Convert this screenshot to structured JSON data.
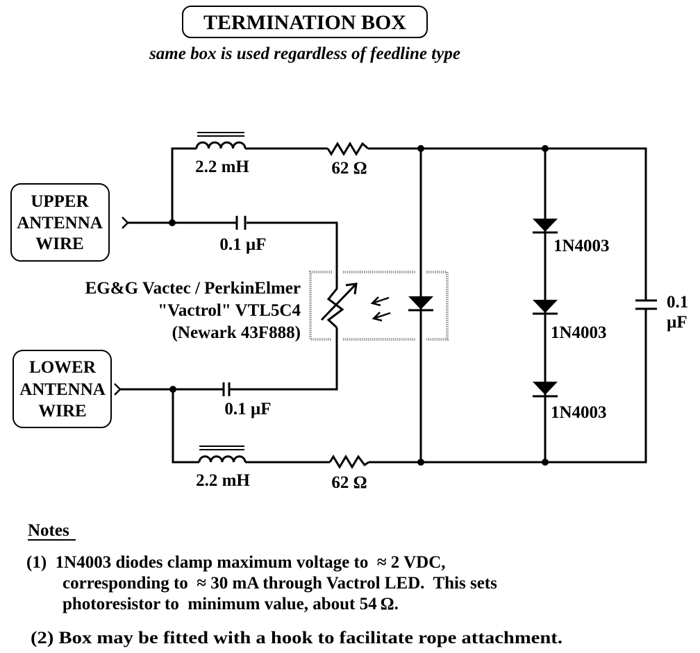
{
  "title": "TERMINATION BOX",
  "subtitle": "same box is used regardless of feedline type",
  "inputs": {
    "upper": [
      "UPPER",
      "ANTENNA",
      "WIRE"
    ],
    "lower": [
      "LOWER",
      "ANTENNA",
      "WIRE"
    ]
  },
  "components": {
    "upper_inductor": "2.2 mH",
    "upper_resistor": "62 Ω",
    "upper_capacitor": "0.1 µF",
    "lower_inductor": "2.2 mH",
    "lower_resistor": "62 Ω",
    "lower_capacitor": "0.1 µF",
    "shunt_capacitor": [
      "0.1",
      "µF"
    ],
    "diodes": [
      "1N4003",
      "1N4003",
      "1N4003"
    ]
  },
  "vactrol_label": [
    "EG&G Vactec / PerkinElmer",
    "\"Vactrol\" VTL5C4",
    "(Newark 43F888)"
  ],
  "notes": {
    "heading": "Notes",
    "note1": [
      "(1)  1N4003 diodes clamp maximum voltage to  ≈ 2 VDC,",
      "corresponding to  ≈ 30 mA through Vactrol LED.  This sets",
      "photoresistor to  minimum value, about 54 Ω."
    ],
    "note2": "(2) Box may be fitted with a hook to facilitate rope attachment."
  }
}
